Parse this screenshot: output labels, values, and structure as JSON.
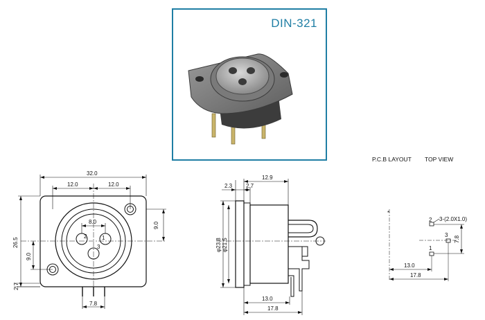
{
  "title": "DIN-321",
  "pcb_header": {
    "layout_label": "P.C.B LAYOUT",
    "view_label": "TOP VIEW"
  },
  "front_view": {
    "dims": {
      "total_width": "32.0",
      "half_left": "12.0",
      "half_right": "12.0",
      "height": "26.5",
      "pin_spacing_top": "8.0",
      "right_offset": "9.0",
      "left_offset": "9.0",
      "bottom_height": "2.7",
      "pin_pitch": "7.8"
    },
    "pin_labels": [
      "1",
      "2",
      "3"
    ]
  },
  "side_view": {
    "dims": {
      "flange": "2.3",
      "flange2": "2.7",
      "depth": "12.9",
      "dia_outer": "φ23.8",
      "dia_inner": "φ21.5",
      "pin_offset": "13.0",
      "total_depth": "17.8"
    }
  },
  "pcb_view": {
    "hole_spec": "3-(2.0X1.0)",
    "dims": {
      "height": "7.8",
      "offset": "13.0",
      "total": "17.8"
    },
    "pin_labels": [
      "1",
      "2",
      "3"
    ]
  }
}
